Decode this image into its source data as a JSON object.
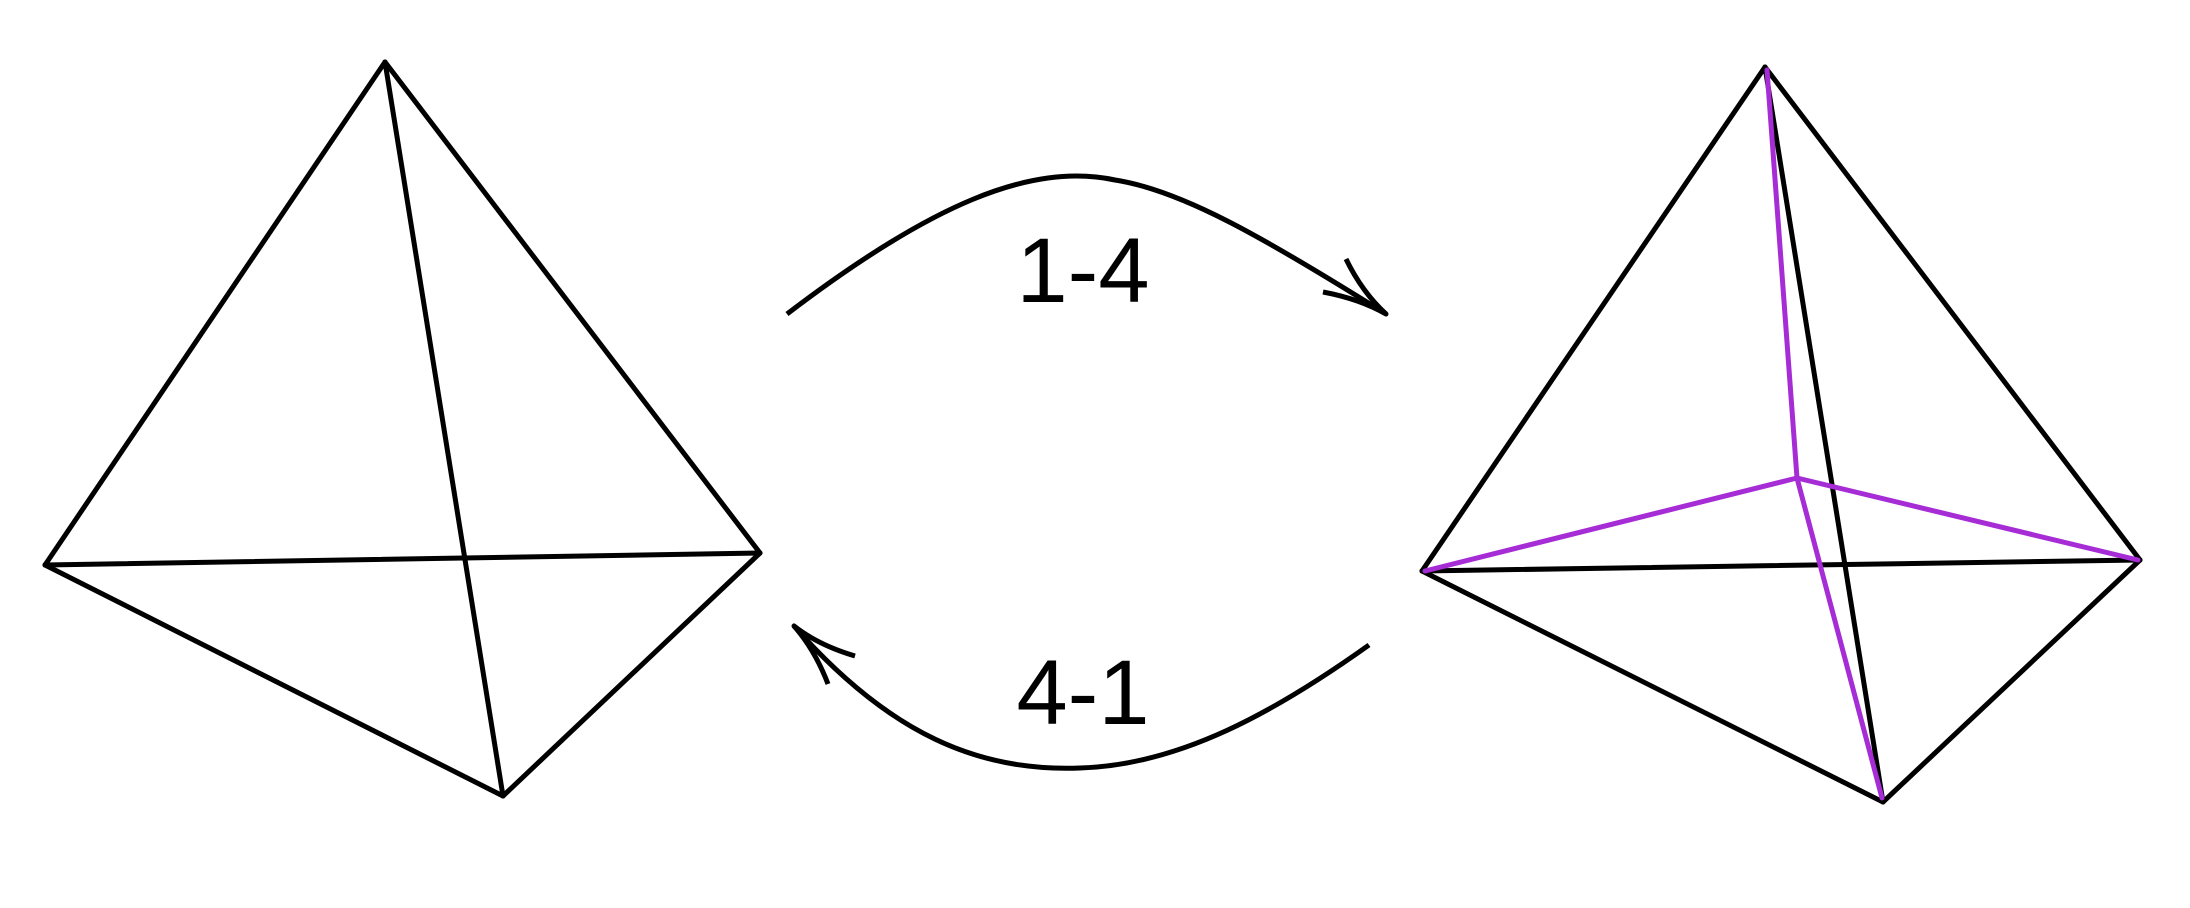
{
  "colors": {
    "edge": "#000000",
    "new_edge": "#a62cd6",
    "background": "#ffffff"
  },
  "diagram": {
    "left_tetrahedron": {
      "description_name": "tetrahedron-before",
      "vertices": 4,
      "edges": 6
    },
    "right_tetrahedron": {
      "description_name": "tetrahedron-after",
      "vertices": 5,
      "edges": 10,
      "new_edges": 4
    },
    "forward_move": {
      "label": "1-4",
      "direction": "left-to-right"
    },
    "backward_move": {
      "label": "4-1",
      "direction": "right-to-left"
    }
  }
}
